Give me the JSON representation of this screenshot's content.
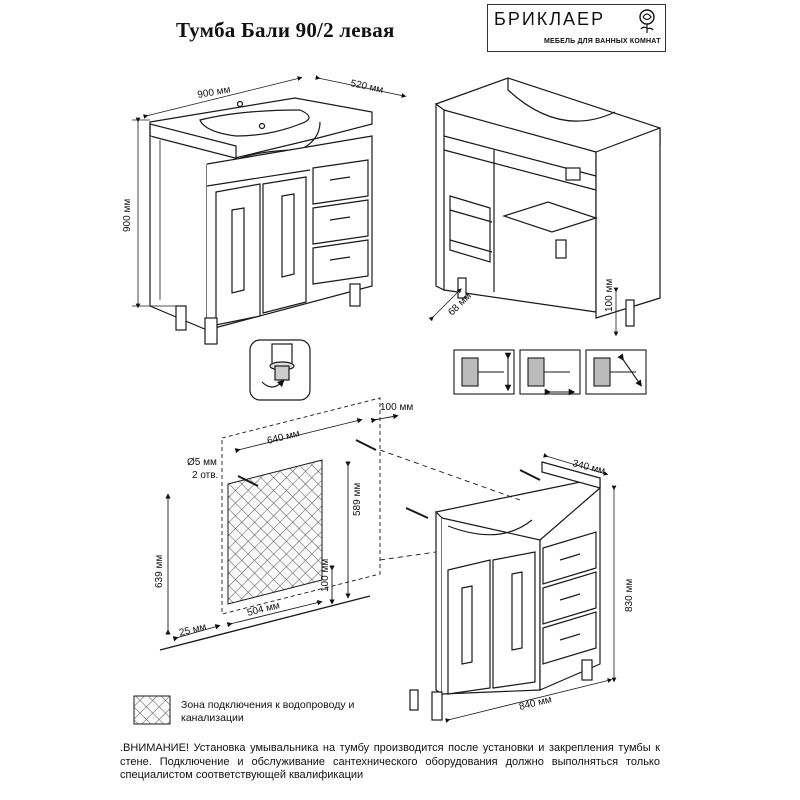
{
  "header": {
    "title": "Тумба Бали 90/2 левая",
    "brand_name": "БРИКЛАЕР",
    "brand_tagline": "МЕБЕЛЬ ДЛЯ ВАННЫХ КОМНАТ"
  },
  "dimensions": {
    "top_width": "900 мм",
    "top_depth": "520 мм",
    "total_height": "900 мм",
    "leg_offset": "68 мм",
    "leg_height": "100 мм",
    "wall_offset_right": "100 мм",
    "zone_width": "640 мм",
    "hole_spec_line1": "Ø5 мм",
    "hole_spec_line2": "2 отв.",
    "zone_height": "589 мм",
    "hole_height": "639 мм",
    "zone_bottom_offset": "100 мм",
    "zone_inner_width": "504 мм",
    "zone_left_offset": "25 мм",
    "cabinet_depth": "340 мм",
    "cabinet_height": "830 мм",
    "cabinet_width": "840 мм"
  },
  "legend": {
    "text": "Зона подключения к водопроводу и канализации"
  },
  "warning": {
    "text": ".ВНИМАНИЕ! Установка умывальника на тумбу производится после установки и закрепления тумбы к стене. Подключение и обслуживание сантехнического оборудования должно выполняться только специалистом соответствующей квалификации"
  },
  "colors": {
    "line": "#1a1a1a",
    "hatch": "#444444",
    "shade": "#e6e6e6"
  }
}
